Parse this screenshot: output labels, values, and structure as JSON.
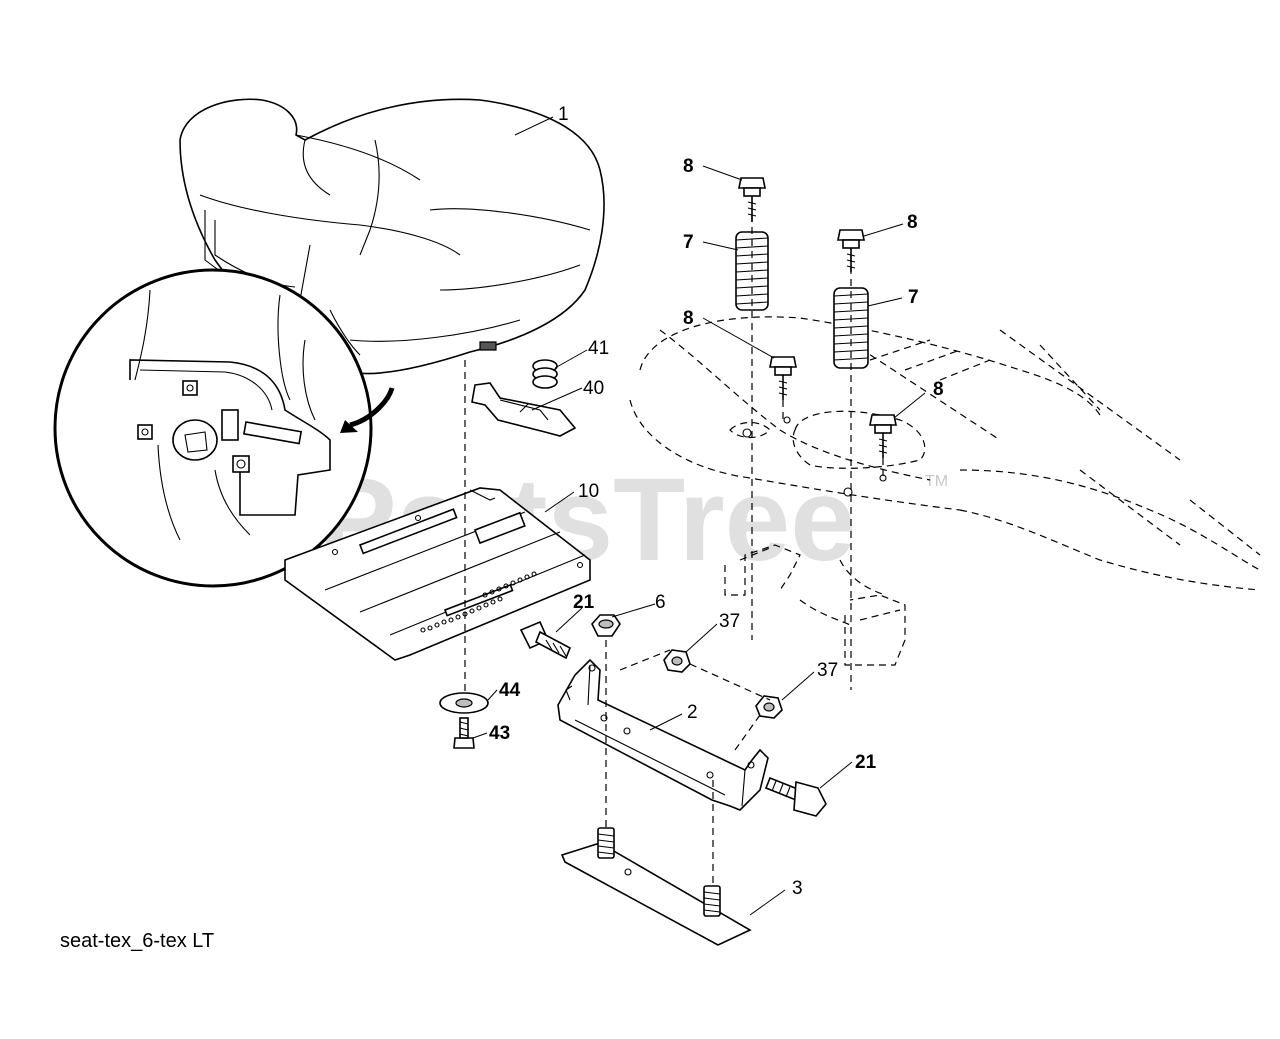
{
  "diagram": {
    "caption": "seat-tex_6-tex LT",
    "watermark": "PartsTree",
    "watermark_mark": "TM",
    "callouts": {
      "seat": "1",
      "bracket": "2",
      "plate": "3",
      "nut_6": "6",
      "spring_left": "7",
      "spring_right": "7",
      "bolt_top_left": "8",
      "bolt_top_right": "8",
      "bolt_mid_left": "8",
      "bolt_mid_right": "8",
      "seat_pan": "10",
      "bolt_21_upper": "21",
      "bolt_21_lower": "21",
      "nut_37_upper": "37",
      "nut_37_lower": "37",
      "clip": "40",
      "spring_small": "41",
      "screw": "43",
      "washer": "44"
    }
  }
}
